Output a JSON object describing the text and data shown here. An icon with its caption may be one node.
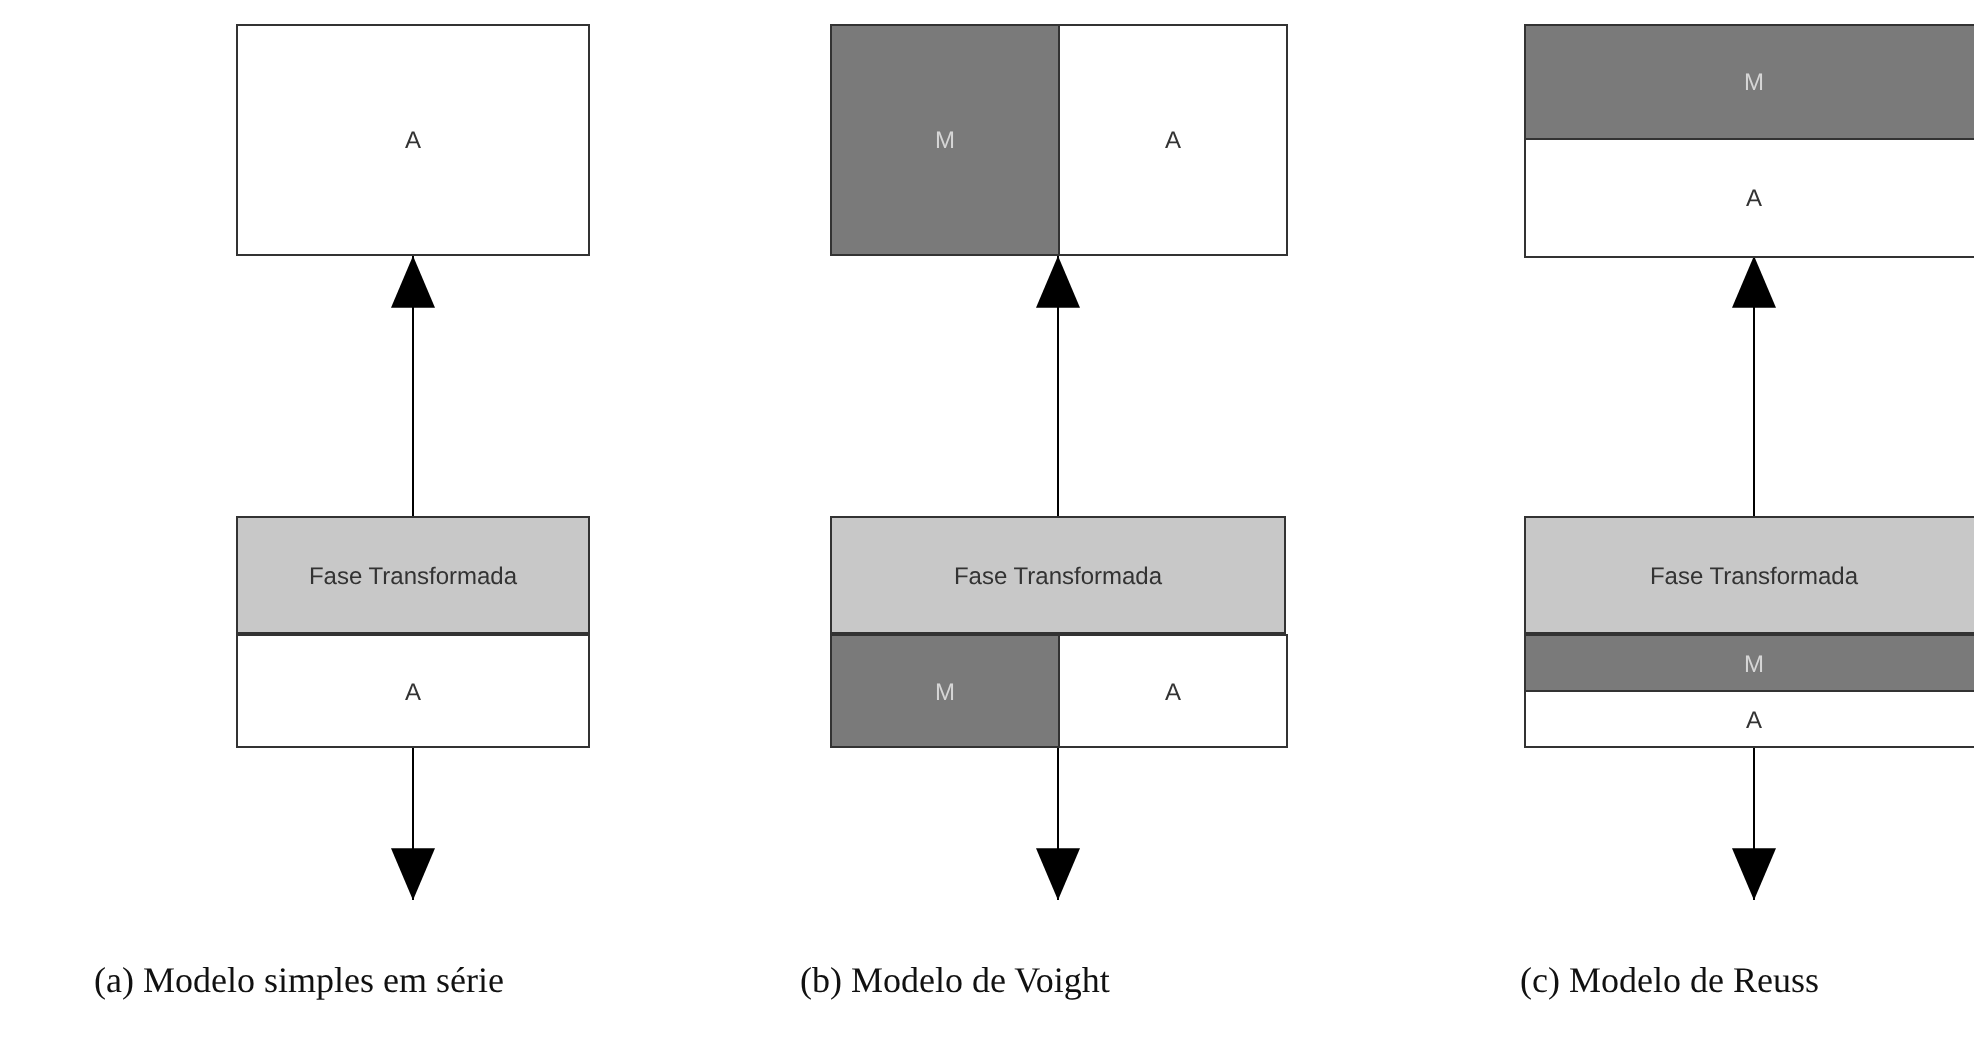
{
  "diagram": {
    "nodes": [
      {
        "text": [
          "A"
        ]
      },
      {
        "text": [],
        "shape": "box"
      },
      {
        "text": [
          "Fase Transformada"
        ],
        "in": 1
      },
      {
        "text": [
          "A"
        ],
        "in": 1
      },
      {
        "text": [],
        "shape": "box"
      },
      {
        "text": [
          "M"
        ],
        "in": 4
      },
      {
        "text": [
          "A"
        ],
        "in": 4
      },
      {
        "text": [],
        "shape": "box"
      },
      {
        "text": [
          "Fase Transformada"
        ],
        "in": 7
      },
      {
        "text": [
          "M"
        ],
        "in": 7
      },
      {
        "text": [
          "A"
        ],
        "in": 7
      },
      {
        "text": [],
        "shape": "box"
      },
      {
        "text": [
          "M"
        ],
        "in": 11
      },
      {
        "text": [
          "A"
        ],
        "in": 11
      },
      {
        "text": [],
        "shape": "box"
      },
      {
        "text": [
          "Fase Transformada"
        ],
        "in": 14
      },
      {
        "text": [
          "M"
        ],
        "in": 14
      },
      {
        "text": [
          "A"
        ],
        "in": 14
      }
    ],
    "edges": [
      {
        "from": 1,
        "to": 0,
        "arrow": "to"
      },
      {
        "from": 1,
        "to": null,
        "arrow": "to"
      },
      {
        "from": 7,
        "to": 4,
        "arrow": "to"
      },
      {
        "from": 7,
        "to": null,
        "arrow": "to"
      },
      {
        "from": 14,
        "to": 11,
        "arrow": "to"
      },
      {
        "from": 14,
        "to": null,
        "arrow": "to"
      }
    ],
    "labels": [
      "(a) Modelo simples em série",
      "(b) Modelo de Voight",
      "(c) Modelo de Reuss"
    ]
  }
}
